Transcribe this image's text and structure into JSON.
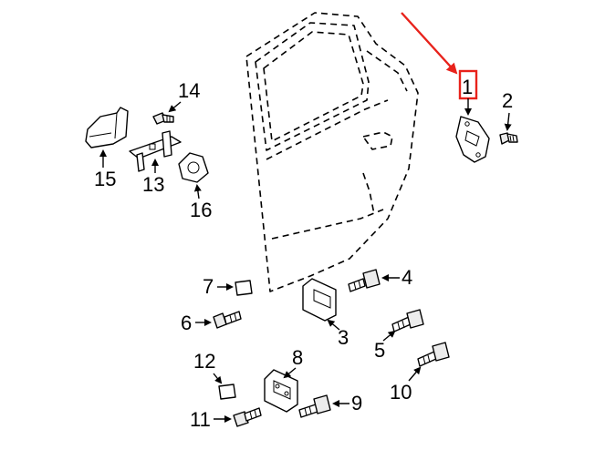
{
  "diagram": {
    "callouts": {
      "c1": "1",
      "c2": "2",
      "c3": "3",
      "c4": "4",
      "c5": "5",
      "c6": "6",
      "c7": "7",
      "c8": "8",
      "c9": "9",
      "c10": "10",
      "c11": "11",
      "c12": "12",
      "c13": "13",
      "c14": "14",
      "c15": "15",
      "c16": "16"
    },
    "colors": {
      "highlight": "#e8221b",
      "line": "#000000",
      "background": "#ffffff"
    }
  }
}
